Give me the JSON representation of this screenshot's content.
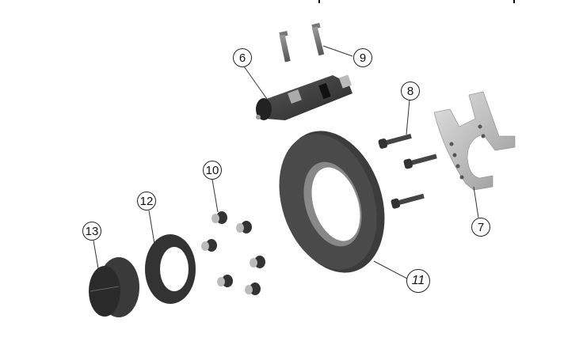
{
  "diagram": {
    "type": "exploded-parts-view",
    "subject": "brake assembly",
    "callouts": [
      {
        "id": "6",
        "label": "6",
        "part": "caliper"
      },
      {
        "id": "7",
        "label": "7",
        "part": "caliper-bracket"
      },
      {
        "id": "8",
        "label": "8",
        "part": "bracket-bolts"
      },
      {
        "id": "9",
        "label": "9",
        "part": "caliper-pins"
      },
      {
        "id": "10",
        "label": "10",
        "part": "disc-bushings"
      },
      {
        "id": "11",
        "label": "11",
        "part": "brake-disc"
      },
      {
        "id": "12",
        "label": "12",
        "part": "disc-carrier-ring"
      },
      {
        "id": "13",
        "label": "13",
        "part": "hub"
      }
    ],
    "colors": {
      "background": "#ffffff",
      "part_dark": "#3a3a3a",
      "part_mid": "#8a8a8a",
      "part_light": "#c8c8c8",
      "leader": "#333333"
    }
  }
}
